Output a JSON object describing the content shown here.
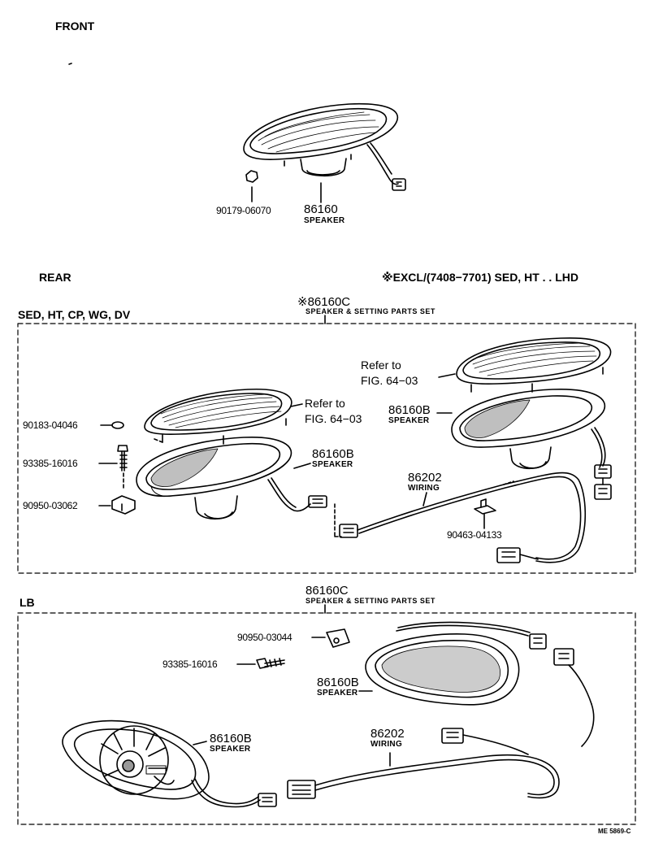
{
  "front": {
    "title": "FRONT",
    "nut_part": "90179-06070",
    "speaker_part": "86160",
    "speaker_name": "SPEAKER"
  },
  "rear": {
    "title": "REAR",
    "note": "※EXCL/(7408−7701) SED, HT . . LHD",
    "group_label": "SED, HT, CP, WG, DV",
    "set_part": "※86160C",
    "set_name": "SPEAKER & SETTING PARTS SET",
    "ref_line1": "Refer to",
    "ref_line2": "FIG. 64−03",
    "ref2_line1": "Refer to",
    "ref2_line2": "FIG. 64−03",
    "speaker_part": "86160B",
    "speaker_name": "SPEAKER",
    "speaker2_part": "86160B",
    "speaker2_name": "SPEAKER",
    "wiring_part": "86202",
    "wiring_name": "WIRING",
    "washer_part": "90183-04046",
    "screw_part": "93385-16016",
    "nut_part": "90950-03062",
    "clip_part": "90463-04133"
  },
  "lb": {
    "title": "LB",
    "set_part": "86160C",
    "set_name": "SPEAKER & SETTING PARTS SET",
    "nut_part": "90950-03044",
    "screw_part": "93385-16016",
    "speaker_part": "86160B",
    "speaker_name": "SPEAKER",
    "speaker2_part": "86160B",
    "speaker2_name": "SPEAKER",
    "wiring_part": "86202",
    "wiring_name": "WIRING"
  },
  "footer": {
    "code": "ME 5869-C"
  }
}
